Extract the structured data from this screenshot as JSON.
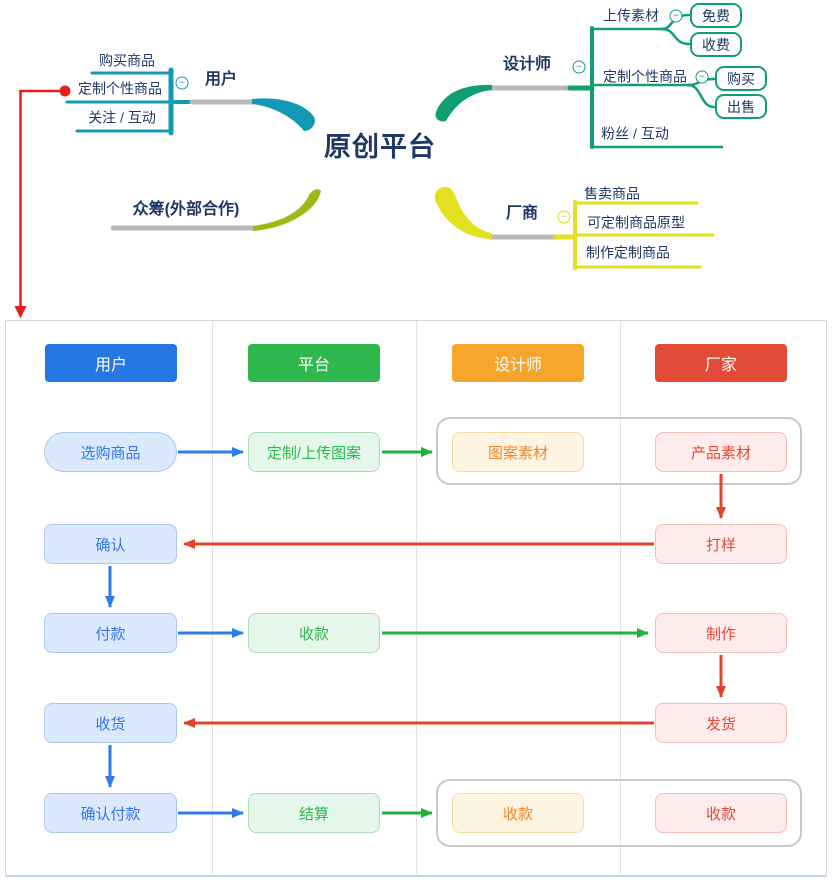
{
  "mindmap": {
    "title": "原创平台",
    "collapse_glyph": "−",
    "branches": {
      "user": {
        "label": "用户",
        "color": "#1499b4",
        "children": [
          "购买商品",
          "定制个性商品",
          "关注 / 互动"
        ]
      },
      "designer": {
        "label": "设计师",
        "color": "#129e74",
        "subtopics": [
          {
            "label": "上传素材",
            "children": [
              "免费",
              "收费"
            ]
          },
          {
            "label": "定制个性商品",
            "children": [
              "购买",
              "出售"
            ]
          },
          {
            "label": "粉丝 / 互动",
            "children": []
          }
        ]
      },
      "crowdfunding": {
        "label": "众筹(外部合作)",
        "color": "#9cba13"
      },
      "manufacturer": {
        "label": "厂商",
        "color": "#e3e01f",
        "children": [
          "售卖商品",
          "可定制商品原型",
          "制作定制商品"
        ]
      }
    }
  },
  "flowchart": {
    "lanes": {
      "user": {
        "header": "用户",
        "color": "#2577e6",
        "nodes": [
          "选购商品",
          "确认",
          "付款",
          "收货",
          "确认付款"
        ]
      },
      "platform": {
        "header": "平台",
        "color": "#2eb84d",
        "nodes": [
          "定制/上传图案",
          "收款",
          "结算"
        ]
      },
      "designer": {
        "header": "设计师",
        "color": "#f7a42d",
        "nodes": [
          "图案素材",
          "收款"
        ]
      },
      "factory": {
        "header": "厂家",
        "color": "#e14b37",
        "nodes": [
          "产品素材",
          "打样",
          "制作",
          "发货",
          "收款"
        ]
      }
    }
  },
  "colors": {
    "mindmap_text": "#1f3864",
    "connector_gray": "#b9b9b9",
    "jump_red": "#e91c1c",
    "arrow_blue": "#2f7bea",
    "arrow_green": "#22b23c",
    "arrow_red": "#e0452c",
    "group_border": "#c9c9c9"
  }
}
